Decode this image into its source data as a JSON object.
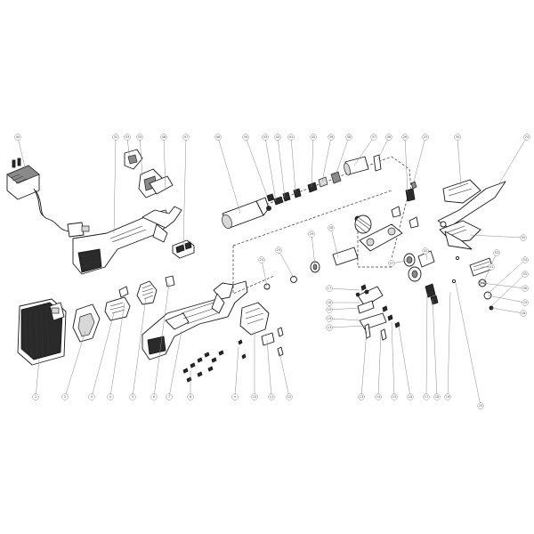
{
  "callouts": {
    "top": [
      "40",
      "32",
      "33",
      "35",
      "48",
      "47",
      "46",
      "44",
      "43",
      "42",
      "41",
      "45",
      "39",
      "38",
      "37",
      "36",
      "26",
      "22",
      "34",
      "23"
    ],
    "middle": [
      "24",
      "25",
      "29",
      "28",
      "27",
      "52",
      "51",
      "50",
      "53",
      "54",
      "55",
      "56",
      "19",
      "18",
      "17",
      "16",
      "15",
      "14",
      "13",
      "20"
    ],
    "bottom": [
      "1",
      "2",
      "3",
      "4",
      "5",
      "6",
      "7",
      "8",
      "9",
      "10",
      "11",
      "12",
      "13",
      "14",
      "15",
      "16",
      "17",
      "18",
      "19",
      "20"
    ]
  },
  "colors": {
    "line": "#1a1a1a",
    "leader": "#8a8a8a",
    "callout_text": "#555555"
  }
}
